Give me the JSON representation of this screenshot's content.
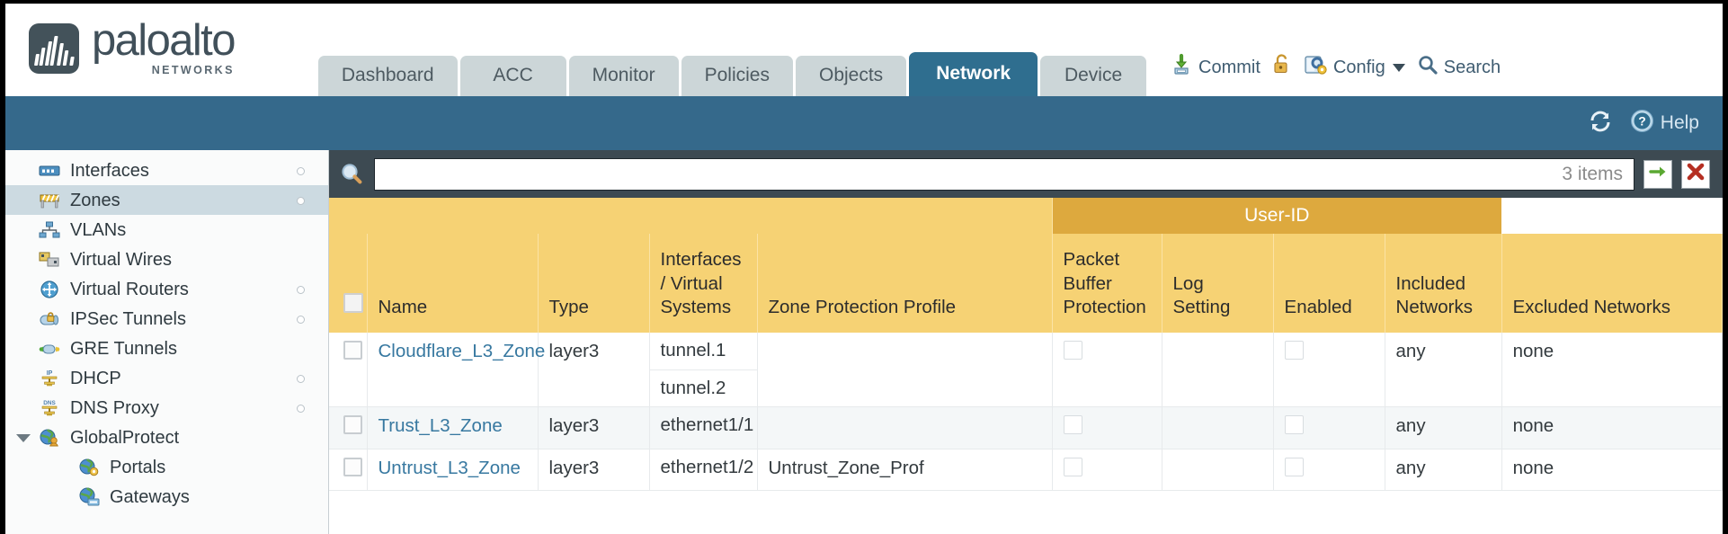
{
  "brand": {
    "name": "paloalto",
    "tagline": "NETWORKS",
    "registered": "®"
  },
  "nav_tabs": [
    {
      "label": "Dashboard",
      "active": false
    },
    {
      "label": "ACC",
      "active": false
    },
    {
      "label": "Monitor",
      "active": false
    },
    {
      "label": "Policies",
      "active": false
    },
    {
      "label": "Objects",
      "active": false
    },
    {
      "label": "Network",
      "active": true
    },
    {
      "label": "Device",
      "active": false
    }
  ],
  "top_actions": {
    "commit": "Commit",
    "config": "Config",
    "search": "Search",
    "lock_icon": "padlock-icon",
    "commit_icon": "commit-save-icon",
    "config_icon": "config-wrench-icon",
    "search_icon": "search-magnifier-icon"
  },
  "blue_bar": {
    "refresh_icon": "refresh-icon",
    "help_label": "Help",
    "help_icon": "help-question-icon"
  },
  "sidebar": {
    "items": [
      {
        "label": "Interfaces",
        "icon": "interfaces-icon",
        "selected": false,
        "dot": true,
        "child": false,
        "expander": false
      },
      {
        "label": "Zones",
        "icon": "zones-icon",
        "selected": true,
        "dot": true,
        "child": false,
        "expander": false
      },
      {
        "label": "VLANs",
        "icon": "vlans-icon",
        "selected": false,
        "dot": false,
        "child": false,
        "expander": false
      },
      {
        "label": "Virtual Wires",
        "icon": "virtual-wires-icon",
        "selected": false,
        "dot": false,
        "child": false,
        "expander": false
      },
      {
        "label": "Virtual Routers",
        "icon": "virtual-routers-icon",
        "selected": false,
        "dot": true,
        "child": false,
        "expander": false
      },
      {
        "label": "IPSec Tunnels",
        "icon": "ipsec-tunnels-icon",
        "selected": false,
        "dot": true,
        "child": false,
        "expander": false
      },
      {
        "label": "GRE Tunnels",
        "icon": "gre-tunnels-icon",
        "selected": false,
        "dot": false,
        "child": false,
        "expander": false
      },
      {
        "label": "DHCP",
        "icon": "dhcp-icon",
        "selected": false,
        "dot": true,
        "child": false,
        "expander": false
      },
      {
        "label": "DNS Proxy",
        "icon": "dns-proxy-icon",
        "selected": false,
        "dot": true,
        "child": false,
        "expander": false
      },
      {
        "label": "GlobalProtect",
        "icon": "globalprotect-icon",
        "selected": false,
        "dot": false,
        "child": false,
        "expander": true
      },
      {
        "label": "Portals",
        "icon": "portals-icon",
        "selected": false,
        "dot": false,
        "child": true,
        "expander": false
      },
      {
        "label": "Gateways",
        "icon": "gateways-icon",
        "selected": false,
        "dot": false,
        "child": true,
        "expander": false
      }
    ]
  },
  "filter_bar": {
    "search_value": "",
    "search_placeholder": "",
    "items_count": "3 items",
    "apply_icon": "green-arrow-apply-icon",
    "clear_icon": "red-x-clear-icon"
  },
  "table": {
    "group_header": "User-ID",
    "columns": [
      "Name",
      "Type",
      "Interfaces / Virtual Systems",
      "Zone Protection Profile",
      "Packet Buffer Protection",
      "Log Setting",
      "Enabled",
      "Included Networks",
      "Excluded Networks"
    ],
    "rows": [
      {
        "selected": false,
        "name": "Cloudflare_L3_Zone",
        "type": "layer3",
        "interfaces": [
          "tunnel.1",
          "tunnel.2"
        ],
        "zone_protection_profile": "",
        "packet_buffer_protection": false,
        "log_setting": "",
        "user_id_enabled": false,
        "included_networks": "any",
        "excluded_networks": "none"
      },
      {
        "selected": false,
        "name": "Trust_L3_Zone",
        "type": "layer3",
        "interfaces": [
          "ethernet1/1"
        ],
        "zone_protection_profile": "",
        "packet_buffer_protection": false,
        "log_setting": "",
        "user_id_enabled": false,
        "included_networks": "any",
        "excluded_networks": "none"
      },
      {
        "selected": false,
        "name": "Untrust_L3_Zone",
        "type": "layer3",
        "interfaces": [
          "ethernet1/2"
        ],
        "zone_protection_profile": "Untrust_Zone_Prof",
        "packet_buffer_protection": false,
        "log_setting": "",
        "user_id_enabled": false,
        "included_networks": "any",
        "excluded_networks": "none"
      }
    ]
  },
  "colors": {
    "active_tab": "#2f6e8f",
    "blue_bar": "#35698b",
    "table_header": "#f6d274",
    "group_header": "#dda93e",
    "link": "#3778a0"
  }
}
